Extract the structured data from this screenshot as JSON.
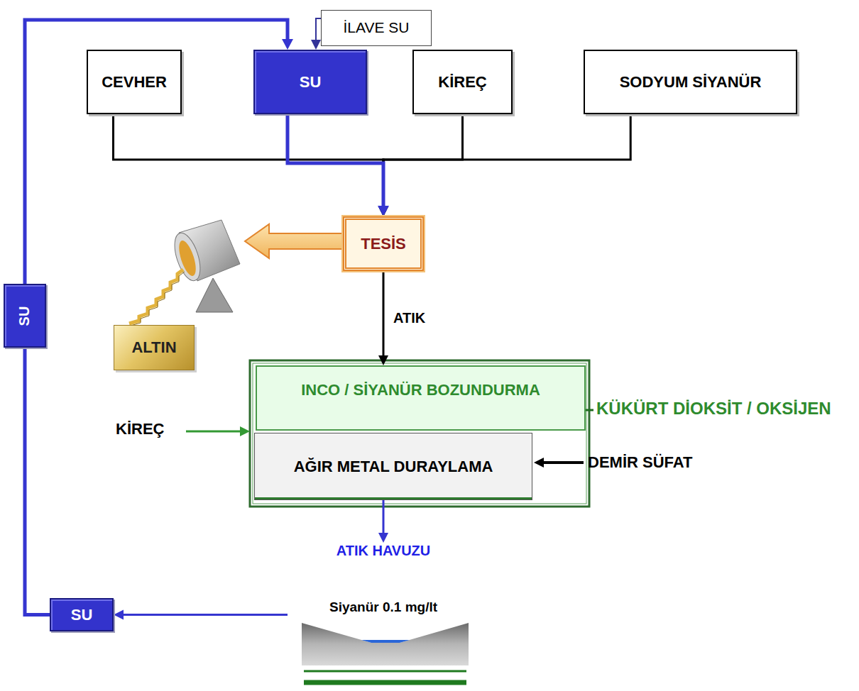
{
  "diagram": {
    "nodes": [
      {
        "text": [
          "İLAVE SU"
        ]
      },
      {
        "text": [
          "CEVHER"
        ]
      },
      {
        "text": [
          "SU"
        ]
      },
      {
        "text": [
          "KİREÇ"
        ]
      },
      {
        "text": [
          "SODYUM SİYANÜR"
        ]
      },
      {
        "text": [
          "TESİS"
        ]
      },
      {
        "text": [
          "SU"
        ]
      },
      {
        "text": [
          "ALTIN"
        ]
      },
      {
        "text": [
          "INCO / SİYANÜR BOZUNDURMA"
        ]
      },
      {
        "text": [
          "AĞIR METAL DURAYLAMA"
        ]
      },
      {
        "text": [
          "ATIK HAVUZU",
          "Siyanür 0.1 mg/lt"
        ]
      },
      {
        "text": [
          "SU"
        ]
      }
    ],
    "edges": [
      {
        "from": 1,
        "to": 5,
        "arrow": "to"
      },
      {
        "from": 2,
        "to": 5,
        "arrow": "to"
      },
      {
        "from": 3,
        "to": 5,
        "arrow": "to"
      },
      {
        "from": 4,
        "to": 5,
        "arrow": "to"
      },
      {
        "from": 0,
        "to": 2,
        "arrow": "to"
      },
      {
        "from": 5,
        "to": 7,
        "arrow": "to"
      },
      {
        "from": 5,
        "to": 8,
        "label": "ATIK",
        "arrow": "to"
      },
      {
        "from": 9,
        "to": 10,
        "arrow": "to"
      },
      {
        "from": 10,
        "to": 11,
        "arrow": "to"
      },
      {
        "from": 11,
        "to": 6,
        "arrow": "none"
      },
      {
        "from": 6,
        "to": 2,
        "arrow": "to"
      }
    ],
    "labels": [
      "KİREÇ",
      "KÜKÜRT DİOKSİT / OKSİJEN",
      "DEMİR SÜFAT"
    ]
  }
}
